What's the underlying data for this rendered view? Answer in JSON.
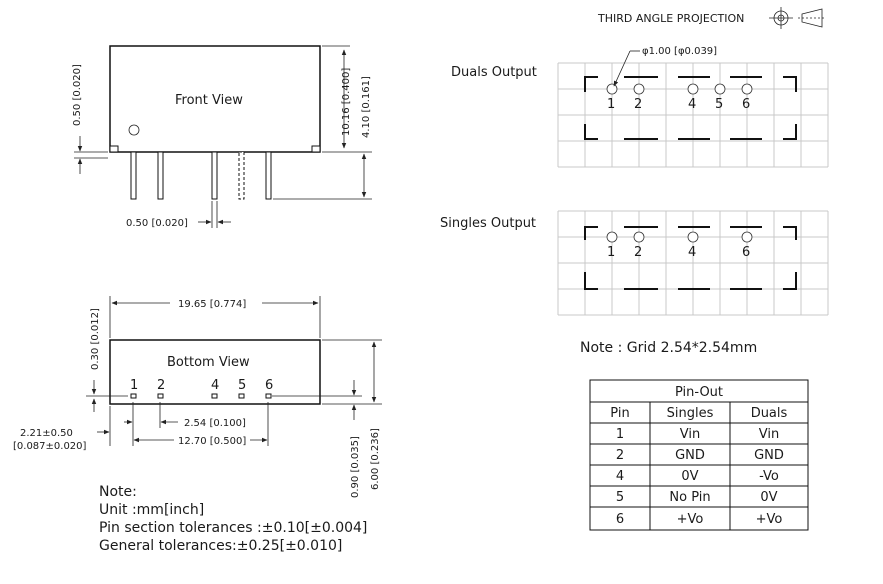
{
  "projection": {
    "label": "THIRD ANGLE PROJECTION"
  },
  "front_view": {
    "title": "Front View",
    "dim_top": "0.50 [0.020]",
    "dim_height": "10.16 [0.400]",
    "dim_pin_length": "4.10 [0.161]",
    "dim_pin_width": "0.50 [0.020]"
  },
  "bottom_view": {
    "title": "Bottom View",
    "dim_width": "19.65 [0.774]",
    "dim_left": "0.30 [0.012]",
    "dim_pitch": "2.54 [0.100]",
    "dim_span": "12.70 [0.500]",
    "dim_offset_line1": "2.21±0.50",
    "dim_offset_line2": "[0.087±0.020]",
    "dim_pin_row": "0.90 [0.035]",
    "dim_depth": "6.00 [0.236]",
    "pins": [
      "1",
      "2",
      "4",
      "5",
      "6"
    ]
  },
  "duals_output": {
    "label": "Duals  Output",
    "hole_label": "φ1.00 [φ0.039]",
    "pins": [
      "1",
      "2",
      "4",
      "5",
      "6"
    ]
  },
  "singles_output": {
    "label": "Singles  Output",
    "pins": [
      "1",
      "2",
      "4",
      "6"
    ]
  },
  "grid_note": "Note : Grid 2.54*2.54mm",
  "notes": {
    "heading": "Note:",
    "lines": [
      "Unit :mm[inch]",
      "Pin section tolerances :±0.10[±0.004]",
      "General tolerances:±0.25[±0.010]"
    ]
  },
  "pinout": {
    "title": "Pin-Out",
    "headers": [
      "Pin",
      "Singles",
      "Duals"
    ],
    "rows": [
      [
        "1",
        "Vin",
        "Vin"
      ],
      [
        "2",
        "GND",
        "GND"
      ],
      [
        "4",
        "0V",
        "-Vo"
      ],
      [
        "5",
        "No Pin",
        "0V"
      ],
      [
        "6",
        "+Vo",
        "+Vo"
      ]
    ]
  }
}
